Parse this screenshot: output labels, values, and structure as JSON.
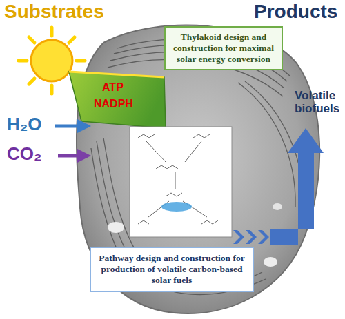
{
  "diagram": {
    "nodes": [
      {
        "text": [
          "Thylakoid design and construction for maximal solar energy conversion"
        ]
      },
      {
        "text": [
          "Pathway design and construction for production of volatile carbon-based solar fuels"
        ]
      }
    ],
    "labels": [
      "Substrates",
      "Products",
      "ATP",
      "NADPH",
      "H₂O",
      "CO₂",
      "Volatile biofuels"
    ]
  }
}
